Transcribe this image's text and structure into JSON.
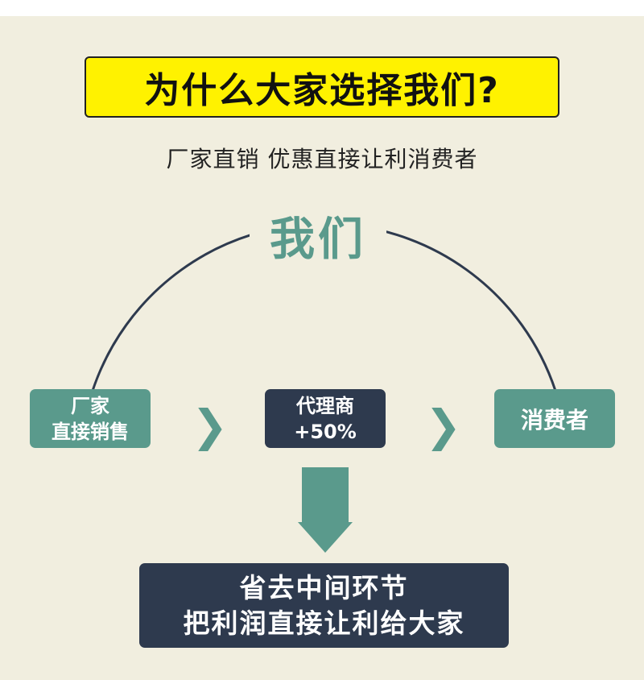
{
  "title": "为什么大家选择我们?",
  "subtitle": "厂家直销 优惠直接让利消费者",
  "center_label": "我们",
  "boxes": {
    "factory": [
      "厂家",
      "直接销售"
    ],
    "agent": [
      "代理商",
      "+50%"
    ],
    "consumer": "消费者"
  },
  "bottom": [
    "省去中间环节",
    "把利润直接让利给大家"
  ],
  "colors": {
    "background": "#f1eedf",
    "teal": "#5a9a8c",
    "navy": "#2e3a4e",
    "title_bg": "#fff200"
  }
}
